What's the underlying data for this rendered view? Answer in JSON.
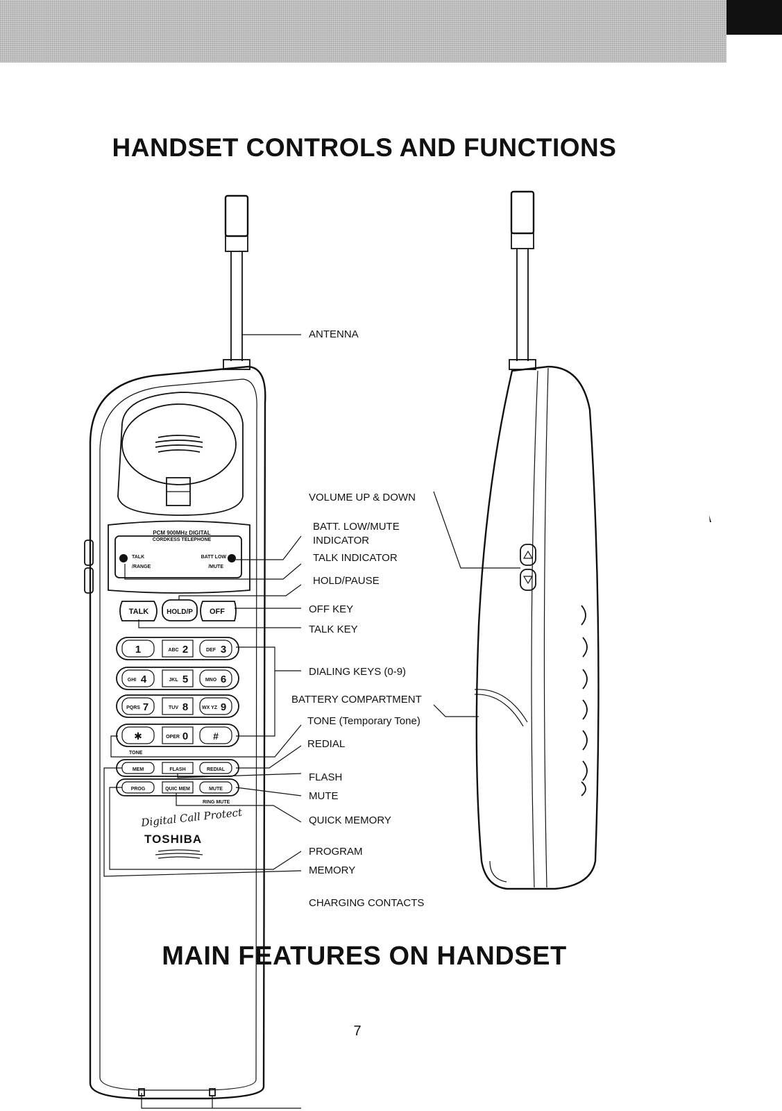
{
  "page": {
    "title": "HANDSET CONTROLS AND FUNCTIONS",
    "subtitle": "MAIN FEATURES ON HANDSET",
    "page_number": "7"
  },
  "callouts": {
    "antenna": "ANTENNA",
    "volume": "VOLUME UP & DOWN",
    "batt_low_mute_1": "BATT. LOW/MUTE",
    "batt_low_mute_2": "INDICATOR",
    "talk_indicator": "TALK INDICATOR",
    "hold_pause": "HOLD/PAUSE",
    "off_key": "OFF KEY",
    "talk_key": "TALK KEY",
    "dialing_keys": "DIALING KEYS (0-9)",
    "battery_compartment": "BATTERY COMPARTMENT",
    "tone": "TONE (Temporary Tone)",
    "redial": "REDIAL",
    "flash": "FLASH",
    "mute": "MUTE",
    "quick_memory": "QUICK MEMORY",
    "program": "PROGRAM",
    "memory": "MEMORY",
    "charging_contacts": "CHARGING CONTACTS"
  },
  "handset": {
    "display_line1": "PCM 900MHz DIGITAL",
    "display_line2": "CORDKESS TELEPHONE",
    "talk_label": "TALK",
    "range_label": "/RANGE",
    "batt_label": "BATT LOW",
    "mute_label": "/MUTE",
    "talk_btn": "TALK",
    "hold_btn": "HOLD/P",
    "off_btn": "OFF",
    "keys": [
      {
        "digit": "1",
        "letters": ""
      },
      {
        "digit": "2",
        "letters": "ABC"
      },
      {
        "digit": "3",
        "letters": "DEF"
      },
      {
        "digit": "4",
        "letters": "GHI"
      },
      {
        "digit": "5",
        "letters": "JKL"
      },
      {
        "digit": "6",
        "letters": "MNO"
      },
      {
        "digit": "7",
        "letters": "PQRS"
      },
      {
        "digit": "8",
        "letters": "TUV"
      },
      {
        "digit": "9",
        "letters": "WX YZ"
      },
      {
        "digit": "✱",
        "letters": ""
      },
      {
        "digit": "0",
        "letters": "OPER"
      },
      {
        "digit": "#",
        "letters": ""
      }
    ],
    "tone_label": "TONE",
    "mem_btn": "MEM",
    "flash_btn": "FLASH",
    "redial_btn": "REDIAL",
    "prog_btn": "PROG",
    "quickmem_btn": "QUIC MEM",
    "mute_btn": "MUTE",
    "ringmute_label": "RING MUTE",
    "logo_script": "Digital Call Protect",
    "brand": "TOSHIBA"
  },
  "icons": {
    "vol_up": "triangle-up-icon",
    "vol_down": "triangle-down-icon",
    "led": "led-dot-icon"
  }
}
